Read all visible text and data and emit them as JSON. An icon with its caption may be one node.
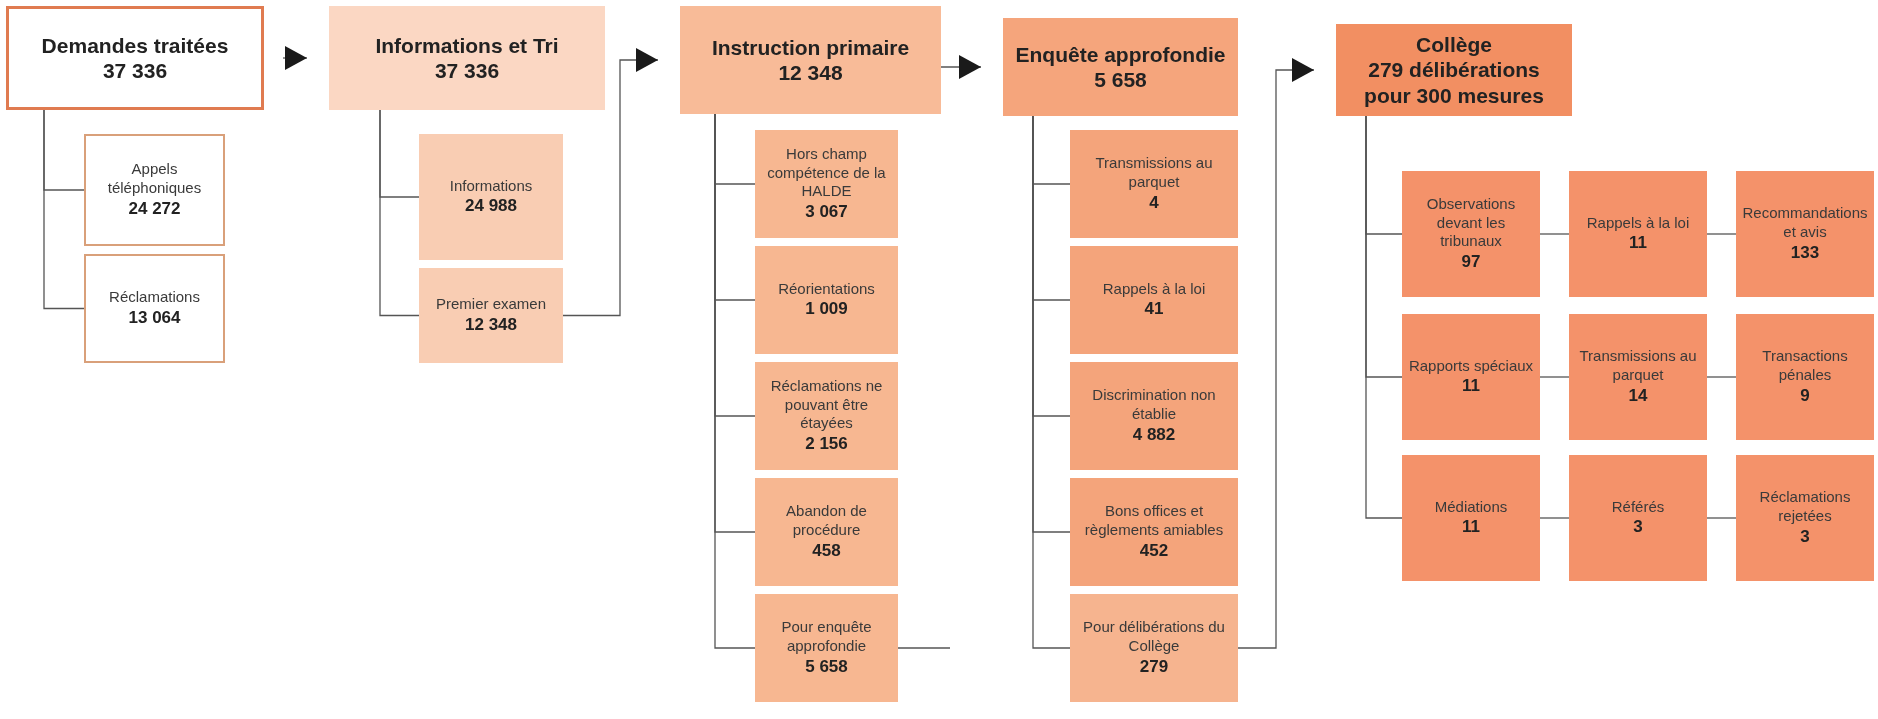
{
  "diagram": {
    "nodes": [
      {
        "text": [
          "Demandes traitées",
          "37 336"
        ]
      },
      {
        "text": [
          "Appels téléphoniques",
          "24 272"
        ]
      },
      {
        "text": [
          "Réclamations",
          "13 064"
        ]
      },
      {
        "text": [
          "Informations et Tri",
          "37 336"
        ]
      },
      {
        "text": [
          "Informations",
          "24 988"
        ]
      },
      {
        "text": [
          "Premier examen",
          "12 348"
        ]
      },
      {
        "text": [
          "Instruction primaire",
          "12 348"
        ]
      },
      {
        "text": [
          "Hors champ compétence de la HALDE",
          "3 067"
        ]
      },
      {
        "text": [
          "Réorientations",
          "1 009"
        ]
      },
      {
        "text": [
          "Réclamations ne pouvant être étayées",
          "2 156"
        ]
      },
      {
        "text": [
          "Abandon de procédure",
          "458"
        ]
      },
      {
        "text": [
          "Pour enquête approfondie",
          "5 658"
        ]
      },
      {
        "text": [
          "Enquête approfondie",
          "5 658"
        ]
      },
      {
        "text": [
          "Transmissions au parquet",
          "4"
        ]
      },
      {
        "text": [
          "Rappels à la loi",
          "41"
        ]
      },
      {
        "text": [
          "Discrimination non établie",
          "4 882"
        ]
      },
      {
        "text": [
          "Bons offices et règlements amiables",
          "452"
        ]
      },
      {
        "text": [
          "Pour délibérations du Collège",
          "279"
        ]
      },
      {
        "text": [
          "Collège",
          "279 délibérations pour 300 mesures"
        ]
      },
      {
        "text": [
          "Observations devant les tribunaux",
          "97"
        ]
      },
      {
        "text": [
          "Rappels à la loi",
          "11"
        ]
      },
      {
        "text": [
          "Recommandations et avis",
          "133"
        ]
      },
      {
        "text": [
          "Rapports spéciaux",
          "11"
        ]
      },
      {
        "text": [
          "Transmissions au parquet",
          "14"
        ]
      },
      {
        "text": [
          "Transactions pénales",
          "9"
        ]
      },
      {
        "text": [
          "Médiations",
          "11"
        ]
      },
      {
        "text": [
          "Référés",
          "3"
        ]
      },
      {
        "text": [
          "Réclamations rejetées",
          "3"
        ]
      }
    ],
    "edges": [
      {
        "from": 0,
        "to": 3,
        "arrow": "to"
      },
      {
        "from": 0,
        "to": 1,
        "arrow": "none"
      },
      {
        "from": 0,
        "to": 2,
        "arrow": "none"
      },
      {
        "from": 3,
        "to": 4,
        "arrow": "none"
      },
      {
        "from": 3,
        "to": 5,
        "arrow": "none"
      },
      {
        "from": 5,
        "to": 6,
        "arrow": "to"
      },
      {
        "from": 6,
        "to": 12,
        "arrow": "to"
      },
      {
        "from": 6,
        "to": 7,
        "arrow": "none"
      },
      {
        "from": 6,
        "to": 8,
        "arrow": "none"
      },
      {
        "from": 6,
        "to": 9,
        "arrow": "none"
      },
      {
        "from": 6,
        "to": 10,
        "arrow": "none"
      },
      {
        "from": 6,
        "to": 11,
        "arrow": "none"
      },
      {
        "from": 11,
        "to": null,
        "arrow": "none"
      },
      {
        "from": 12,
        "to": 13,
        "arrow": "none"
      },
      {
        "from": 12,
        "to": 14,
        "arrow": "none"
      },
      {
        "from": 12,
        "to": 15,
        "arrow": "none"
      },
      {
        "from": 12,
        "to": 16,
        "arrow": "none"
      },
      {
        "from": 12,
        "to": 17,
        "arrow": "none"
      },
      {
        "from": 17,
        "to": 18,
        "arrow": "to"
      },
      {
        "from": 18,
        "to": 19,
        "arrow": "none"
      },
      {
        "from": 18,
        "to": 22,
        "arrow": "none"
      },
      {
        "from": 18,
        "to": 25,
        "arrow": "none"
      },
      {
        "from": 19,
        "to": 20,
        "arrow": "none"
      },
      {
        "from": 20,
        "to": 21,
        "arrow": "none"
      },
      {
        "from": 22,
        "to": 23,
        "arrow": "none"
      },
      {
        "from": 23,
        "to": 24,
        "arrow": "none"
      },
      {
        "from": 25,
        "to": 26,
        "arrow": "none"
      },
      {
        "from": 26,
        "to": 27,
        "arrow": "none"
      }
    ]
  }
}
